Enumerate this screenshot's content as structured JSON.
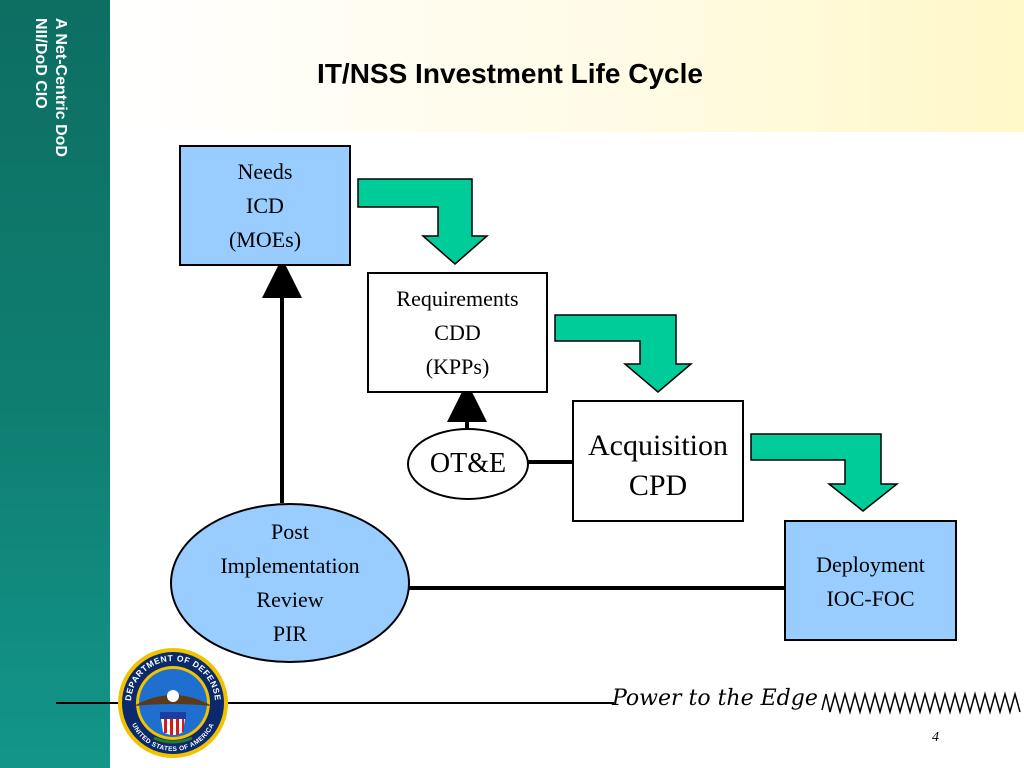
{
  "sidebar": {
    "line1": "A Net-Centric DoD",
    "line2": "NII/DoD CIO"
  },
  "title": "IT/NSS Investment Life Cycle",
  "nodes": {
    "needs": {
      "lines": [
        "Needs",
        "ICD",
        "(MOEs)"
      ]
    },
    "requirements": {
      "lines": [
        "Requirements",
        "CDD",
        "(KPPs)"
      ]
    },
    "acquisition": {
      "lines": [
        "Acquisition",
        "CPD"
      ]
    },
    "deployment": {
      "lines": [
        "Deployment",
        "IOC-FOC"
      ]
    },
    "pir": {
      "lines": [
        "Post",
        "Implementation",
        "Review",
        "PIR"
      ]
    },
    "ote": {
      "label": "OT&E"
    }
  },
  "seal": {
    "top_text": "DEPARTMENT OF DEFENSE",
    "bottom_text": "UNITED STATES OF AMERICA"
  },
  "footer": {
    "tagline": "Power to the Edge",
    "page_number": "4"
  },
  "colors": {
    "box_blue": "#99ccff",
    "arrow_green": "#00cc99",
    "sidebar_teal": "#0f7f72"
  }
}
